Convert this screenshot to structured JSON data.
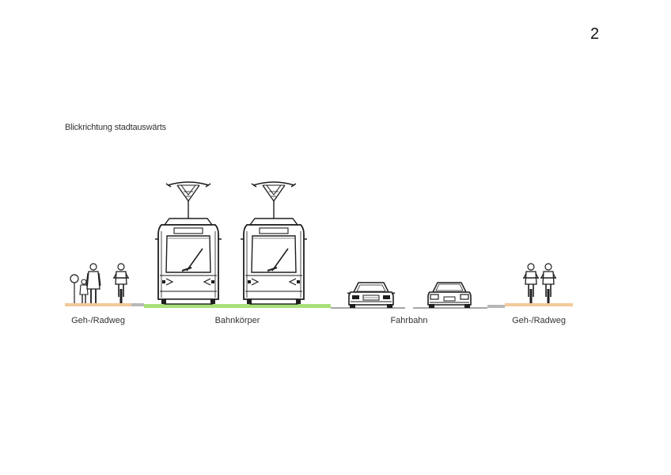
{
  "page": {
    "number": "2",
    "caption": "Blickrichtung stadtauswärts"
  },
  "zones": [
    {
      "id": "left_path",
      "label": "Geh-/Radweg"
    },
    {
      "id": "track",
      "label": "Bahnkörper"
    },
    {
      "id": "road",
      "label": "Fahrbahn"
    },
    {
      "id": "right_path",
      "label": "Geh-/Radweg"
    }
  ],
  "colors": {
    "path_surface": "#f3c99a",
    "track_bed": "#a8e07a",
    "curb": "#b8b8b8",
    "road_line": "#888888",
    "drawing": "#1e1e1e"
  },
  "icons": [
    "pedestrian-with-child",
    "cyclist",
    "tram-front",
    "car-front",
    "car-rear"
  ]
}
